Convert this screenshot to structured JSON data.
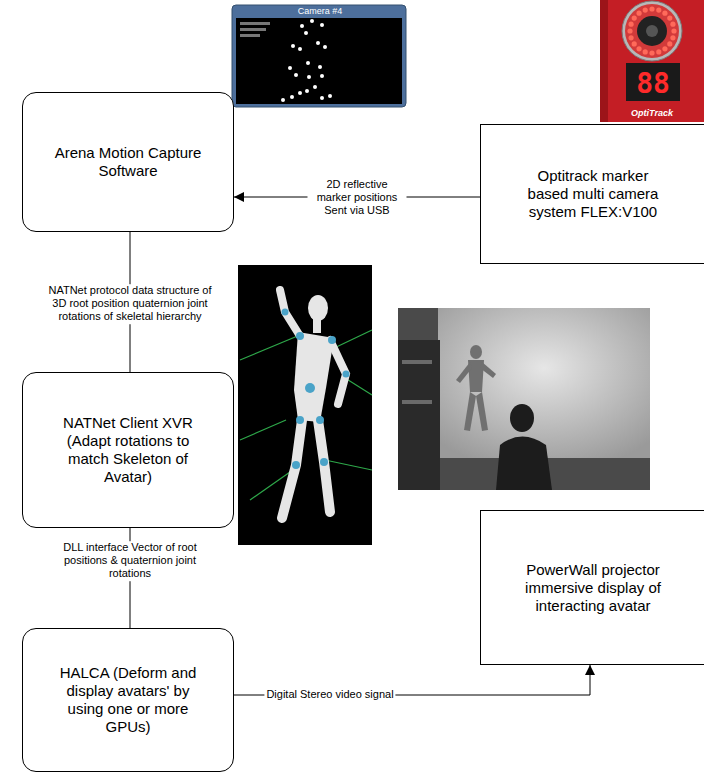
{
  "diagram": {
    "nodes": [
      {
        "text": [
          "Arena Motion Capture Software"
        ]
      },
      {
        "text": [
          "Optitrack marker based multi camera system FLEX:V100"
        ]
      },
      {
        "text": [
          "NATNet Client XVR (Adapt rotations to match Skeleton of Avatar)"
        ]
      },
      {
        "text": [
          "HALCA (Deform and display avatars' by using one or more GPUs)"
        ]
      },
      {
        "text": [
          "PowerWall projector immersive display of interacting avatar"
        ]
      }
    ],
    "edges": [
      {
        "from": 1,
        "to": 0,
        "arrow": "to",
        "label": "2D reflective marker positions Sent via USB"
      },
      {
        "from": 0,
        "to": 2,
        "arrow": "none",
        "label": "NATNet protocol data structure of 3D root position quaternion joint rotations of skeletal hierarchy"
      },
      {
        "from": 2,
        "to": 3,
        "arrow": "none",
        "label": "DLL interface Vector of root positions & quaternion joint rotations"
      },
      {
        "from": 3,
        "to": 4,
        "arrow": "to",
        "label": "Digital Stereo video signal"
      }
    ],
    "labels": [
      "Camera #4",
      "88",
      "OptiTrack"
    ]
  }
}
